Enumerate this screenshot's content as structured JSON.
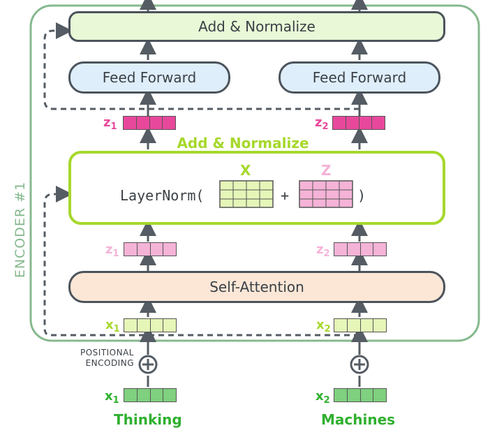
{
  "encoder": {
    "label": "ENCODER #1"
  },
  "blocks": {
    "add_norm_top": "Add & Normalize",
    "feed_forward_1": "Feed Forward",
    "feed_forward_2": "Feed Forward",
    "add_norm_mid_title": "Add & Normalize",
    "layernorm_open": "LayerNorm(",
    "layernorm_plus": "+",
    "layernorm_close": ")",
    "self_attention": "Self-Attention"
  },
  "matrix_labels": {
    "x": "X",
    "z": "Z"
  },
  "vectors": {
    "z_norm_1": {
      "name": "z",
      "sub": "1"
    },
    "z_norm_2": {
      "name": "z",
      "sub": "2"
    },
    "z_1": {
      "name": "z",
      "sub": "1"
    },
    "z_2": {
      "name": "z",
      "sub": "2"
    },
    "x_1": {
      "name": "x",
      "sub": "1"
    },
    "x_2": {
      "name": "x",
      "sub": "2"
    },
    "x_in_1": {
      "name": "x",
      "sub": "1"
    },
    "x_in_2": {
      "name": "x",
      "sub": "2"
    }
  },
  "positional_encoding": {
    "line1": "POSITIONAL",
    "line2": "ENCODING"
  },
  "words": {
    "w1": "Thinking",
    "w2": "Machines"
  },
  "colors": {
    "encoder_border": "#86b98e",
    "top_norm_fill": "#e9f8d7",
    "ff_fill": "#dfeefb",
    "lime": "#a6d82c",
    "pink_dark": "#e8489b",
    "pink_light": "#f5b3d7",
    "x_fill": "#e5f6b8",
    "self_attention_fill": "#fce7d7",
    "x_input_fill": "#7fd07f",
    "arrow": "#555c63"
  }
}
